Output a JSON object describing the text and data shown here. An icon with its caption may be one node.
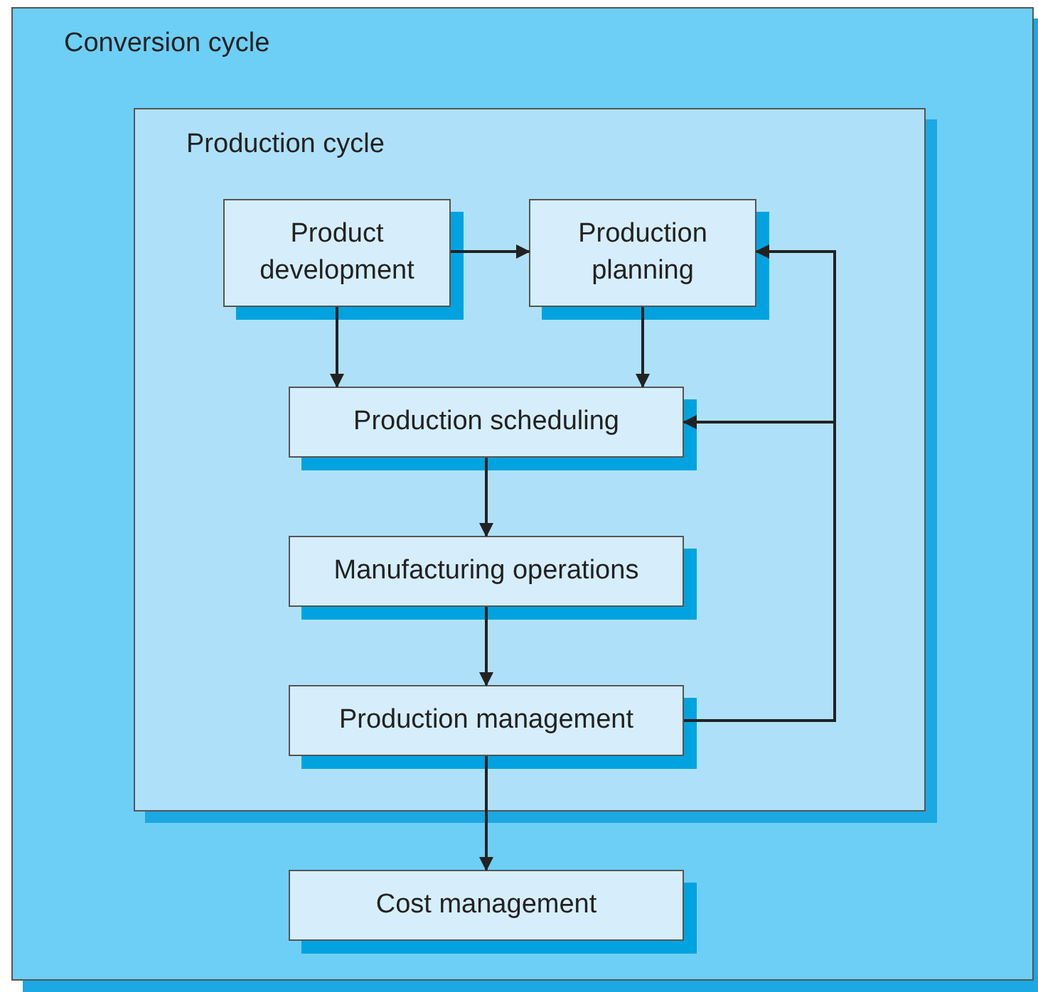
{
  "diagram": {
    "nodes": [
      {
        "text": [
          "Conversion cycle"
        ]
      },
      {
        "text": [
          "Production cycle"
        ],
        "in": 0
      },
      {
        "text": [
          "Product development"
        ],
        "in": 1
      },
      {
        "text": [
          "Production planning"
        ],
        "in": 1
      },
      {
        "text": [
          "Production scheduling"
        ],
        "in": 1
      },
      {
        "text": [
          "Manufacturing operations"
        ],
        "in": 1
      },
      {
        "text": [
          "Production management"
        ],
        "in": 1
      },
      {
        "text": [
          "Cost management"
        ],
        "in": 0
      }
    ],
    "edges": [
      {
        "from": 2,
        "to": 3,
        "arrow": "to"
      },
      {
        "from": 2,
        "to": 4,
        "arrow": "to"
      },
      {
        "from": 3,
        "to": 4,
        "arrow": "to"
      },
      {
        "from": 4,
        "to": 5,
        "arrow": "to"
      },
      {
        "from": 5,
        "to": 6,
        "arrow": "to"
      },
      {
        "from": 6,
        "to": 7,
        "arrow": "to"
      },
      {
        "from": 6,
        "to": 3,
        "arrow": "to"
      },
      {
        "from": 6,
        "to": 4,
        "arrow": "to"
      }
    ]
  }
}
